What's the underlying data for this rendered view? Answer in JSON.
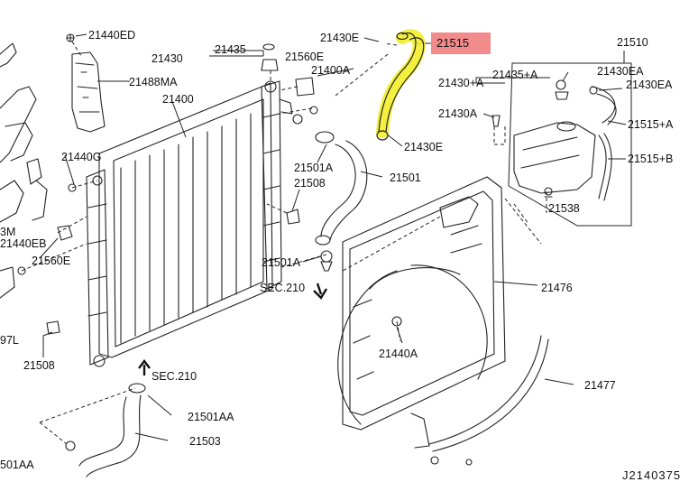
{
  "highlight": {
    "part": "21515",
    "tag_color": "#f28b8b",
    "hose_color": "#f3ee2a"
  },
  "doc_id": "J2140375",
  "labels": {
    "p21440ED": "21440ED",
    "p21430_a": "21430",
    "p21435": "21435",
    "p21488MA": "21488MA",
    "p21400": "21400",
    "p21440G": "21440G",
    "p21440EB": "21440EB",
    "p21560E_l": "21560E",
    "p_97L": "97L",
    "p21508_l": "21508",
    "p_3M": "3M",
    "p21501AA_l": "501AA",
    "p21430E_t": "21430E",
    "p21560E_m": "21560E",
    "p21400A": "21400A",
    "p21501A_t": "21501A",
    "p21501": "21501",
    "p21508_m": "21508",
    "p21501A_b": "21501A",
    "p_sec210_a": "SEC.210",
    "p_sec210_b": "SEC.210",
    "p21501AA_m": "21501AA",
    "p21503": "21503",
    "p21440A": "21440A",
    "p21430E_b": "21430E",
    "p21510": "21510",
    "p21430EA_t": "21430EA",
    "p21430EA_m": "21430EA",
    "p21435A": "21435+A",
    "p21430A_plus": "21430+A",
    "p21430A": "21430A",
    "p21515A": "21515+A",
    "p21515B": "21515+B",
    "p21538": "21538",
    "p21476": "21476",
    "p21477": "21477"
  }
}
